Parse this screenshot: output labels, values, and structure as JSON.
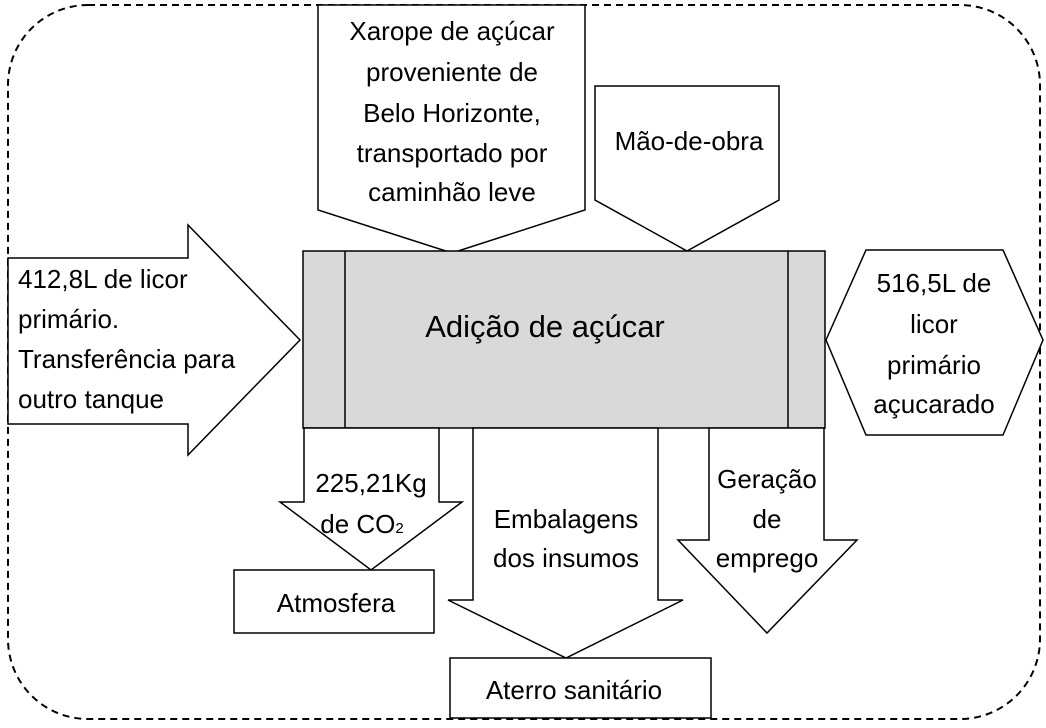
{
  "process": {
    "label": "Adição de açúcar",
    "fill": "#d9d9d9"
  },
  "inputs": {
    "syrup": [
      "Xarope de açúcar",
      "proveniente de",
      "Belo Horizonte,",
      "transportado por",
      "caminhão leve"
    ],
    "labor": [
      "Mão-de-obra"
    ],
    "liquor_in": [
      "412,8L de licor",
      "primário.",
      "Transferência para",
      "outro tanque"
    ]
  },
  "outputs": {
    "liquor_out": [
      "516,5L de",
      "licor",
      "primário",
      "açucarado"
    ],
    "co2": {
      "line1": "225,21Kg",
      "line2": "de CO",
      "sub": "2"
    },
    "packaging": [
      "Embalagens",
      "dos insumos"
    ],
    "employment": [
      "Geração",
      "de",
      "emprego"
    ]
  },
  "destinations": {
    "atmosphere": "Atmosfera",
    "landfill": "Aterro sanitário"
  }
}
